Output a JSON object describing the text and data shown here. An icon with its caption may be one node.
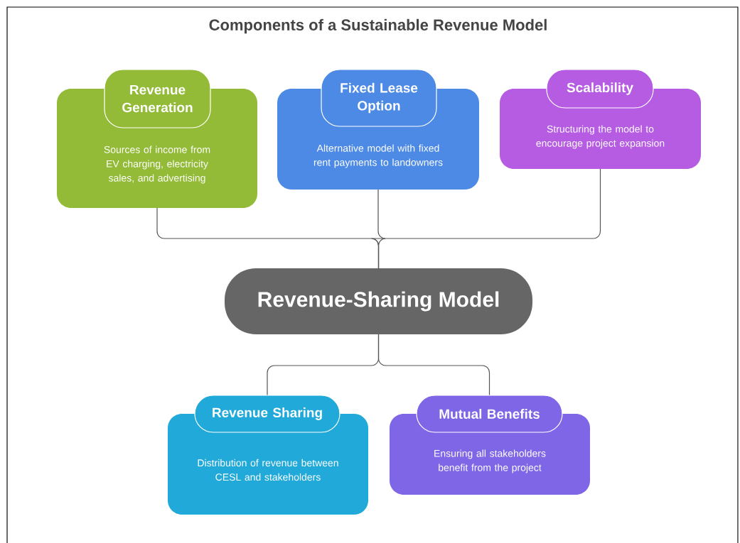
{
  "diagram": {
    "title": "Components of a Sustainable Revenue Model",
    "nodes": [
      {
        "text": [
          "Revenue Generation",
          "Sources of income from EV charging, electricity sales, and advertising"
        ]
      },
      {
        "text": [
          "Fixed Lease Option",
          "Alternative model with fixed rent payments to landowners"
        ]
      },
      {
        "text": [
          "Scalability",
          "Structuring the model to encourage project expansion"
        ]
      },
      {
        "text": [
          "Revenue-Sharing Model"
        ]
      },
      {
        "text": [
          "Revenue Sharing",
          "Distribution of revenue between CESL and stakeholders"
        ]
      },
      {
        "text": [
          "Mutual Benefits",
          "Ensuring all stakeholders benefit from the project"
        ]
      }
    ],
    "edges": [
      {
        "from": 0,
        "to": 3,
        "arrow": "none"
      },
      {
        "from": 1,
        "to": 3,
        "arrow": "none"
      },
      {
        "from": 2,
        "to": 3,
        "arrow": "none"
      },
      {
        "from": 3,
        "to": 4,
        "arrow": "none"
      },
      {
        "from": 3,
        "to": 5,
        "arrow": "none"
      }
    ]
  }
}
